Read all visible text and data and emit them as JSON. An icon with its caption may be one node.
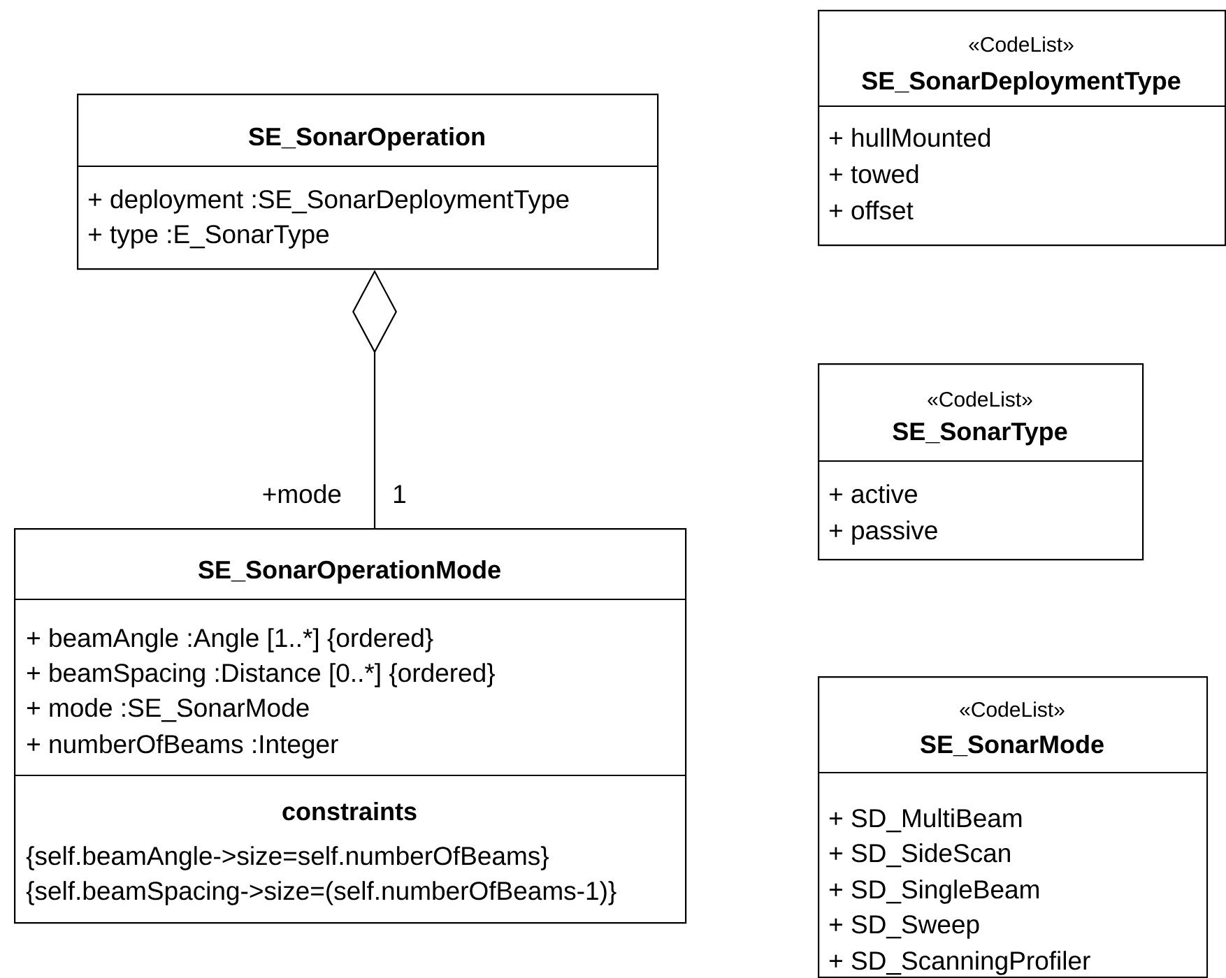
{
  "diagram": {
    "nodes": [
      {
        "text": [
          "SE_SonarOperation",
          "+ deployment :SE_SonarDeploymentType",
          "+ type :E_SonarType"
        ]
      },
      {
        "text": [
          "SE_SonarOperationMode",
          "+ beamAngle :Angle [1..*] {ordered}",
          "+ beamSpacing :Distance [0..*] {ordered}",
          "+ mode :SE_SonarMode",
          "+ numberOfBeams :Integer",
          "constraints",
          "{self.beamAngle->size=self.numberOfBeams}",
          "{self.beamSpacing->size=(self.numberOfBeams-1)}"
        ]
      },
      {
        "text": [
          "«CodeList»",
          "SE_SonarDeploymentType",
          "+ hullMounted",
          "+ towed",
          "+ offset"
        ]
      },
      {
        "text": [
          "«CodeList»",
          "SE_SonarType",
          "+ active",
          "+ passive"
        ]
      },
      {
        "text": [
          "«CodeList»",
          "SE_SonarMode",
          "+ SD_MultiBeam",
          "+ SD_SideScan",
          "+ SD_SingleBeam",
          "+ SD_Sweep",
          "+ SD_ScanningProfiler"
        ]
      }
    ],
    "edges": [
      {
        "from": 1,
        "to": 0,
        "arrow": "other"
      }
    ],
    "labels": [
      "+mode",
      "1"
    ]
  }
}
